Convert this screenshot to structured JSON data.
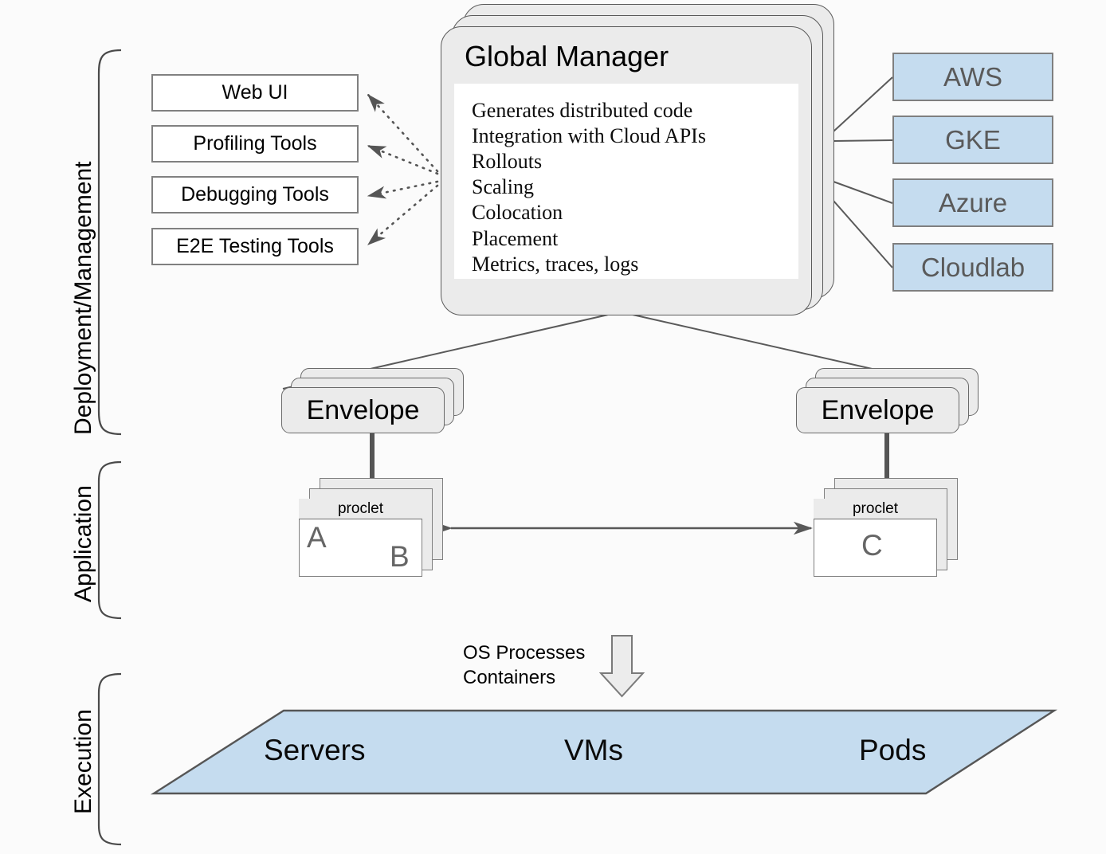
{
  "figure": {
    "type": "architecture-diagram",
    "background": "#fbfbfb"
  },
  "layers": [
    {
      "id": "deployment",
      "label": "Deployment/Management"
    },
    {
      "id": "application",
      "label": "Application"
    },
    {
      "id": "execution",
      "label": "Execution"
    }
  ],
  "tools": {
    "items": [
      {
        "label": "Web UI"
      },
      {
        "label": "Profiling Tools"
      },
      {
        "label": "Debugging Tools"
      },
      {
        "label": "E2E Testing Tools"
      }
    ]
  },
  "global_manager": {
    "title": "Global Manager",
    "responsibilities": [
      "Generates distributed code",
      "Integration with Cloud APIs",
      "Rollouts",
      "Scaling",
      "Colocation",
      "Placement",
      "Metrics, traces, logs"
    ],
    "stack_count": 3
  },
  "clouds": {
    "items": [
      {
        "label": "AWS"
      },
      {
        "label": "GKE"
      },
      {
        "label": "Azure"
      },
      {
        "label": "Cloudlab"
      }
    ],
    "fill": "#c5dcef"
  },
  "envelopes": [
    {
      "label": "Envelope",
      "proclet": {
        "header": "proclet",
        "letters": [
          "A",
          "B"
        ]
      }
    },
    {
      "label": "Envelope",
      "proclet": {
        "header": "proclet",
        "letters": [
          "C"
        ]
      }
    }
  ],
  "mapping_note": {
    "line1": "OS Processes",
    "line2": "Containers"
  },
  "execution_plane": {
    "items": [
      "Servers",
      "VMs",
      "Pods"
    ],
    "fill": "#c5dcef",
    "stroke": "#565656"
  },
  "colors": {
    "card_gray": "#ebebeb",
    "cloud_blue": "#c5dcef",
    "stroke_gray": "#7f7f7f",
    "letter_gray": "#666666"
  }
}
